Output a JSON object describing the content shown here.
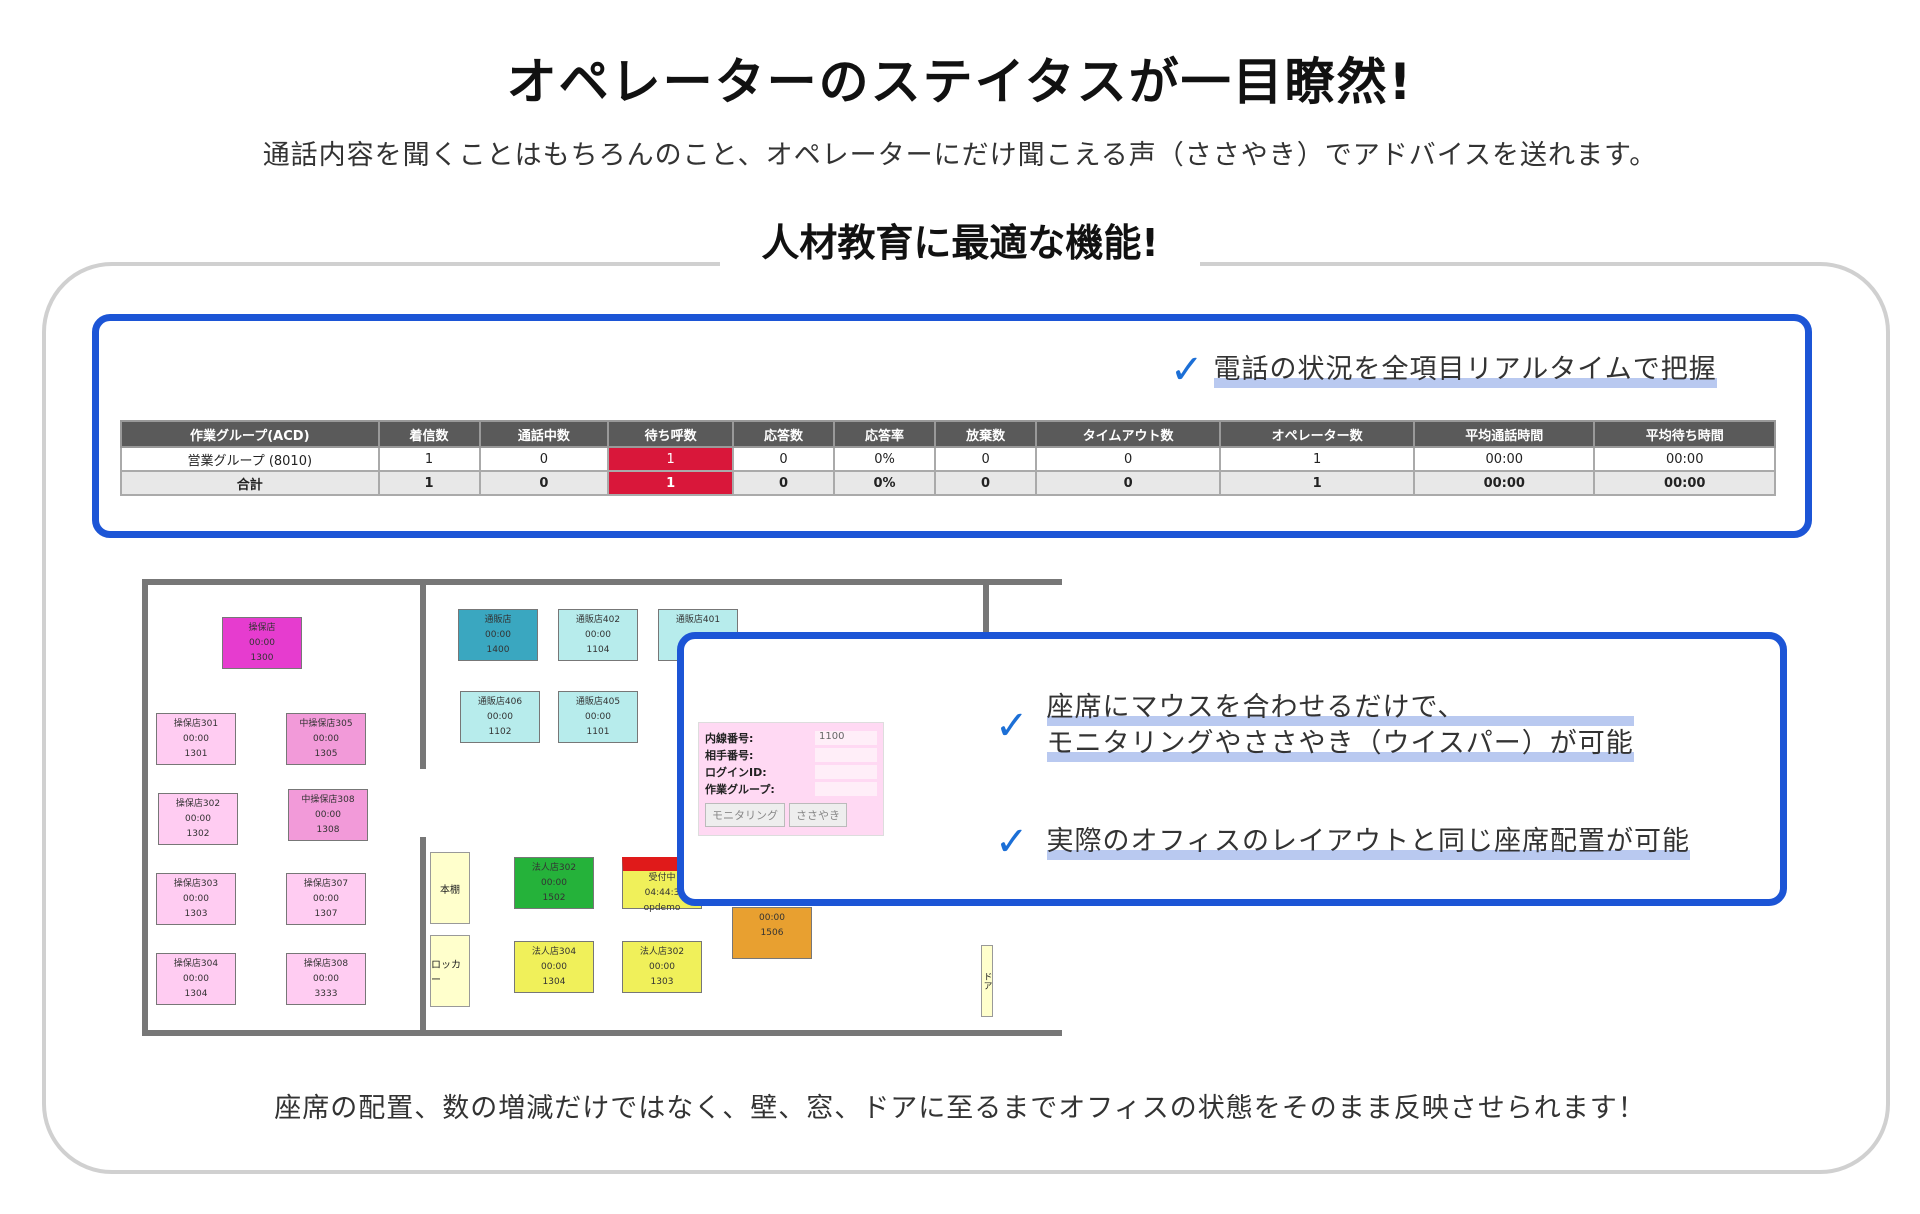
{
  "header": {
    "title": "オペレーターのステイタスが一目瞭然!",
    "subtitle": "通話内容を聞くことはもちろんのこと、オペレーターにだけ聞こえる声（ささやき）でアドバイスを送れます。"
  },
  "section": {
    "title": "人材教育に最適な機能!"
  },
  "feature_top": {
    "text": "電話の状況を全項目リアルタイムで把握"
  },
  "features_right": {
    "line1": "座席にマウスを合わせるだけで、",
    "line2": "モニタリングやささやき（ウイスパー）が可能",
    "line3": "実際のオフィスのレイアウトと同じ座席配置が可能"
  },
  "stats_table": {
    "headers": [
      "作業グループ(ACD)",
      "着信数",
      "通話中数",
      "待ち呼数",
      "応答数",
      "応答率",
      "放棄数",
      "タイムアウト数",
      "オペレーター数",
      "平均通話時間",
      "平均待ち時間"
    ],
    "rows": [
      [
        "営業グループ (8010)",
        "1",
        "0",
        "1",
        "0",
        "0%",
        "0",
        "0",
        "1",
        "00:00",
        "00:00"
      ],
      [
        "合計",
        "1",
        "0",
        "1",
        "0",
        "0%",
        "0",
        "0",
        "1",
        "00:00",
        "00:00"
      ]
    ],
    "alert_color": "#d9173a"
  },
  "floor_map": {
    "seats": [
      {
        "name": "操保店",
        "time": "00:00",
        "ext": "1300"
      },
      {
        "name": "操保店301",
        "time": "00:00",
        "ext": "1301"
      },
      {
        "name": "中操保店305",
        "time": "00:00",
        "ext": "1305"
      },
      {
        "name": "操保店302",
        "time": "00:00",
        "ext": "1302"
      },
      {
        "name": "中操保店308",
        "time": "00:00",
        "ext": "1308"
      },
      {
        "name": "操保店303",
        "time": "00:00",
        "ext": "1303"
      },
      {
        "name": "操保店307",
        "time": "00:00",
        "ext": "1307"
      },
      {
        "name": "操保店304",
        "time": "00:00",
        "ext": "1304"
      },
      {
        "name": "操保店308",
        "time": "00:00",
        "ext": "3333"
      },
      {
        "name": "通販店",
        "time": "00:00",
        "ext": "1400"
      },
      {
        "name": "通販店402",
        "time": "00:00",
        "ext": "1104"
      },
      {
        "name": "通販店401",
        "time": "",
        "ext": ""
      },
      {
        "name": "通販店406",
        "time": "00:00",
        "ext": "1102"
      },
      {
        "name": "通販店405",
        "time": "00:00",
        "ext": "1101"
      },
      {
        "name": "法人店302",
        "time": "00:00",
        "ext": "1502"
      },
      {
        "name": "受付中",
        "time": "04:44:3",
        "ext": "opdemo"
      },
      {
        "name": "法人店304",
        "time": "00:00",
        "ext": "1304"
      },
      {
        "name": "法人店302",
        "time": "00:00",
        "ext": "1303"
      },
      {
        "name": "",
        "time": "00:00",
        "ext": "1506"
      }
    ],
    "fixtures": {
      "cabinet": "本棚",
      "locker": "ロッカー",
      "door": "ドア"
    }
  },
  "popup": {
    "labels": [
      "内線番号:",
      "相手番号:",
      "ログインID:",
      "作業グループ:"
    ],
    "values": [
      "1100",
      "",
      "",
      ""
    ],
    "monitor_button": "モニタリング",
    "whisper_button": "ささやき"
  },
  "footer": {
    "text": "座席の配置、数の増減だけではなく、壁、窓、ドアに至るまでオフィスの状態をそのまま反映させられます！"
  },
  "colors": {
    "accent_blue": "#1c55d6",
    "check_blue": "#1c6fd6",
    "seat_pink": "#ffccf2",
    "seat_magenta": "#e63ccf",
    "seat_cyan": "#b7ecec",
    "seat_teal": "#3aa7c0",
    "seat_green": "#25b23a",
    "seat_yellow": "#f0f05a",
    "seat_red": "#e01a1a",
    "seat_orange": "#e8a030"
  }
}
